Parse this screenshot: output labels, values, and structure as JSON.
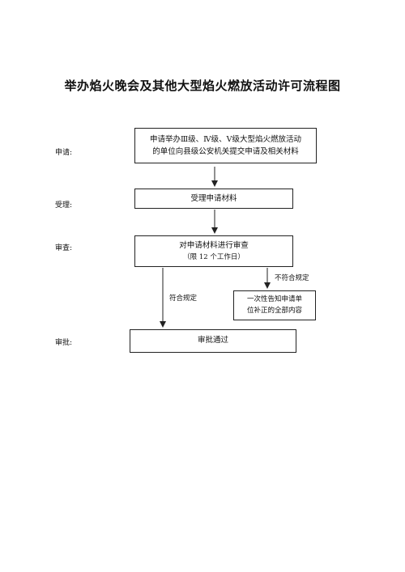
{
  "title": "举办焰火晚会及其他大型焰火燃放活动许可流程图",
  "stages": {
    "apply": "申请:",
    "accept": "受理:",
    "review": "审查:",
    "approve": "审批:"
  },
  "boxes": {
    "apply_line1": "申请举办Ⅲ级、Ⅳ级、Ⅴ级大型焰火燃放活动",
    "apply_line2": "的单位向县级公安机关提交申请及相关材料",
    "accept": "受理申请材料",
    "review_line1": "对申请材料进行审查",
    "review_line2": "（限 12 个工作日）",
    "notify_line1": "一次性告知申请单",
    "notify_line2": "位补正的全部内容",
    "approve": "审批通过"
  },
  "edges": {
    "not_compliant": "不符合规定",
    "compliant": "符合规定"
  }
}
